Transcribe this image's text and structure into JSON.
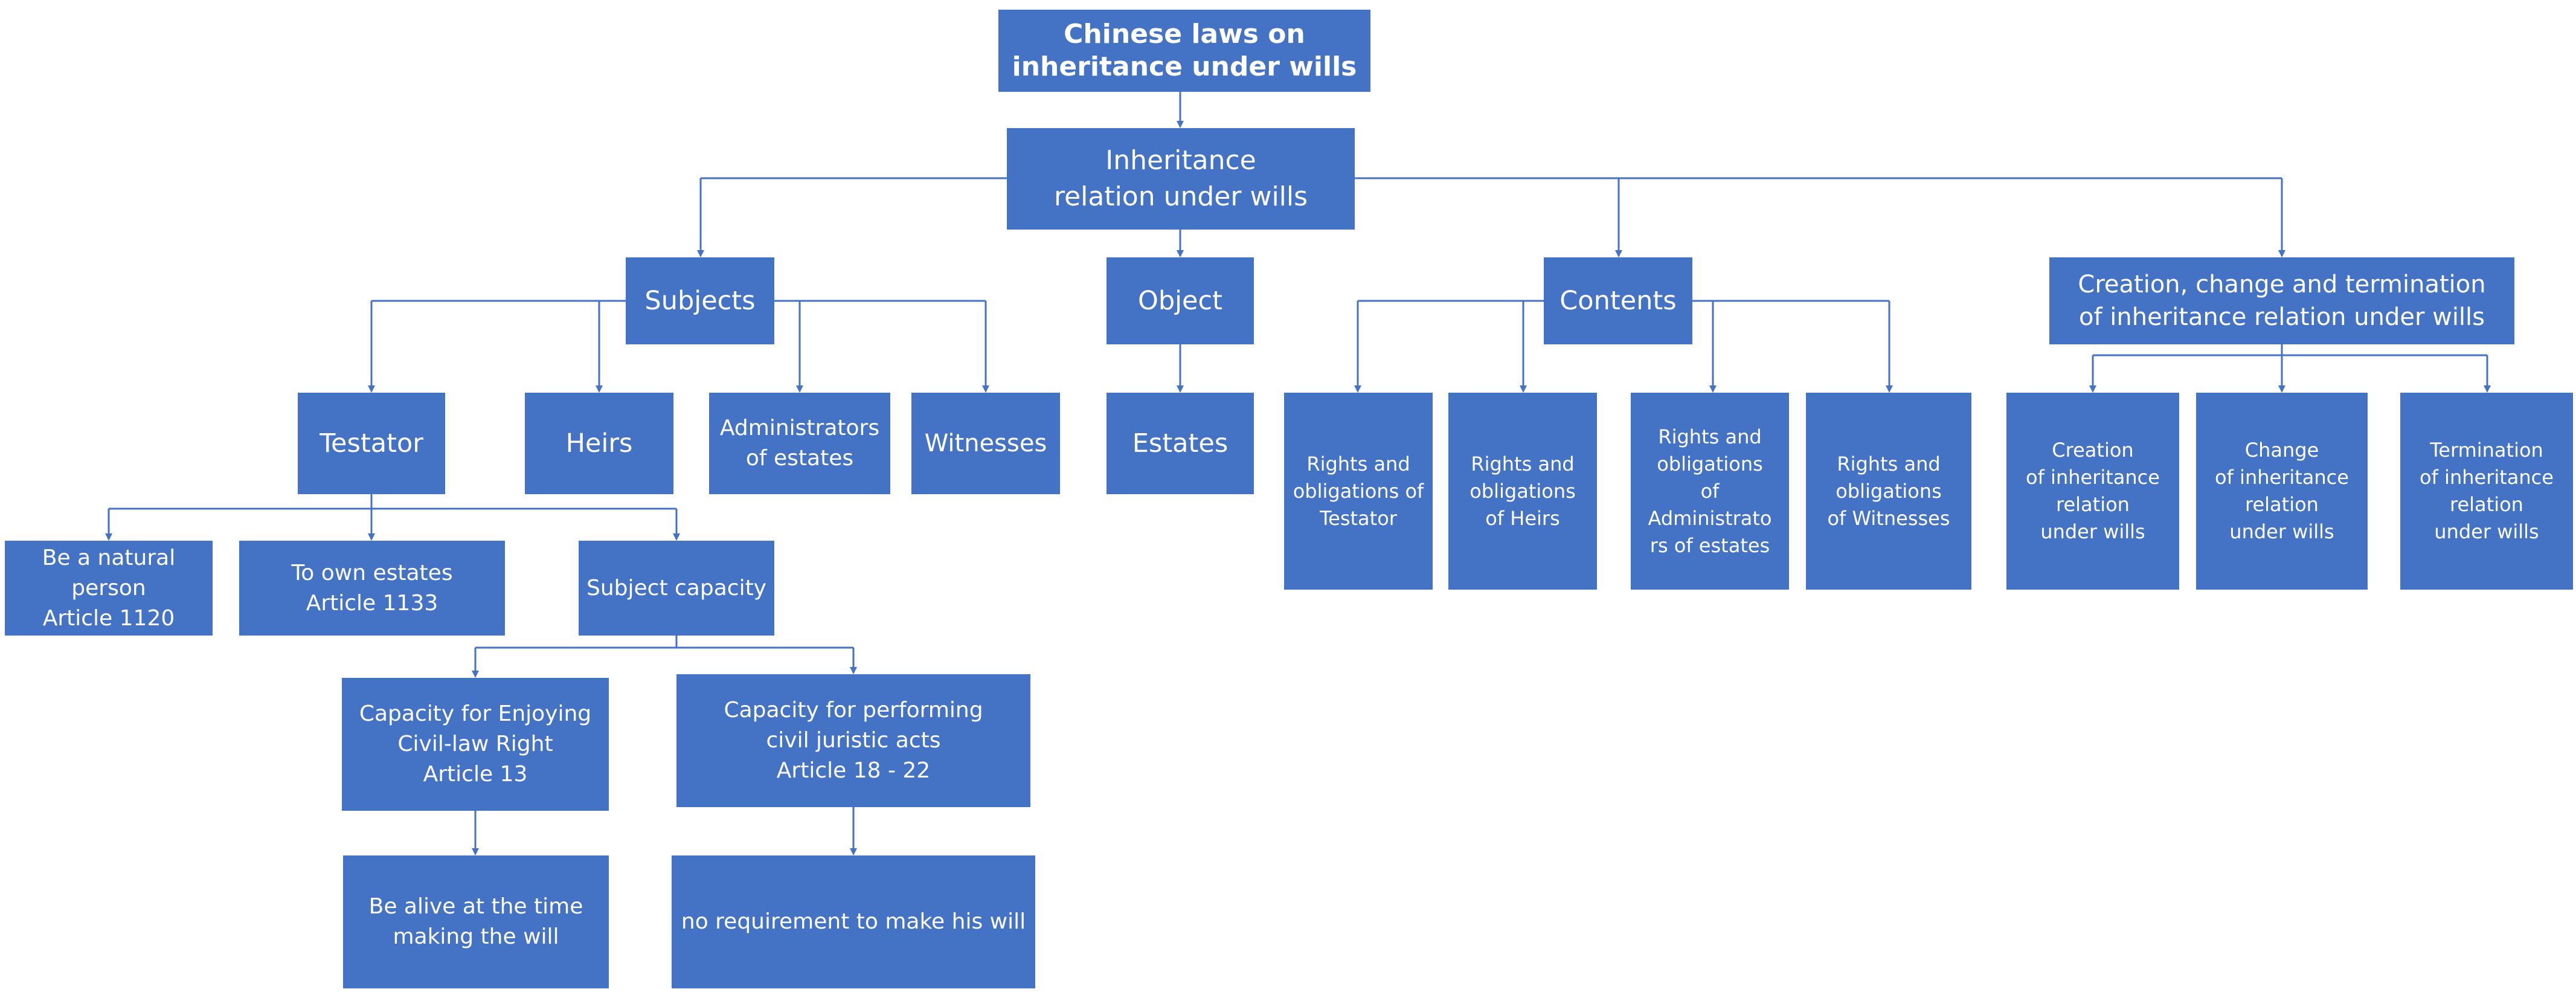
{
  "nodes": {
    "root": "Chinese laws on\ninheritance under wills",
    "relation": "Inheritance\nrelation under wills",
    "subjects": "Subjects",
    "object": "Object",
    "contents": "Contents",
    "creation_change_termination": "Creation, change and termination\nof inheritance relation under wills",
    "testator": "Testator",
    "heirs": "Heirs",
    "administrators": "Administrators\nof estates",
    "witnesses": "Witnesses",
    "estates": "Estates",
    "rights_testator": "Rights and\nobligations of\nTestator",
    "rights_heirs": "Rights and\nobligations\nof Heirs",
    "rights_administrators": "Rights and\nobligations\nof Administrato\nrs of estates",
    "rights_witnesses": "Rights and\nobligations\nof Witnesses",
    "creation": "Creation\nof inheritance\nrelation\nunder wills",
    "change": "Change\nof inheritance\nrelation\nunder wills",
    "termination": "Termination\nof inheritance\nrelation\nunder wills",
    "natural_person": "Be a natural\nperson\nArticle 1120",
    "own_estates": "To own estates\nArticle 1133",
    "subject_capacity": "Subject capacity",
    "capacity_enjoying": "Capacity for Enjoying\nCivil-law Right\nArticle 13",
    "capacity_performing": "Capacity for performing\ncivil juristic acts\nArticle 18 - 22",
    "be_alive": "Be alive at the time\nmaking the will",
    "no_requirement": "no requirement to make his will"
  },
  "colors": {
    "box_fill": "#4472c4",
    "box_text": "#ffffff",
    "connector": "#4472c4",
    "background": "#ffffff"
  }
}
